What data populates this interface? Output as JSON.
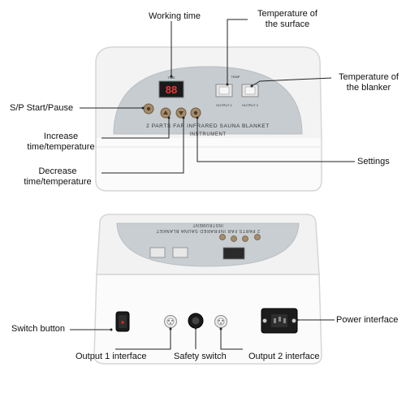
{
  "annotations": {
    "working_time": "Working time",
    "temp_surface_line1": "Temperature of",
    "temp_surface_line2": "the surface",
    "temp_blanket_line1": "Temperature of",
    "temp_blanket_line2": "the blanker",
    "sp_start_pause": "S/P Start/Pause",
    "increase_line1": "Increase",
    "increase_line2": "time/temperature",
    "decrease_line1": "Decrease",
    "decrease_line2": "time/temperature",
    "settings": "Settings",
    "switch_button": "Switch button",
    "power_interface": "Power interface",
    "output1_interface": "Output 1 interface",
    "safety_switch": "Safety switch",
    "output2_interface": "Output 2 interface"
  },
  "device_top": {
    "display_value": "88",
    "time_label": "TIME",
    "temp_label": "TEMP",
    "output1_label": "OUTPUT 1",
    "output2_label": "OUTPUT 2",
    "panel_text_line1": "2 PARTS FAR INFRARED SAUNA BLANKET",
    "panel_text_line2": "INSTRUMENT"
  },
  "device_back": {
    "panel_text_line1": "2 PARTS FAR INFRARED SAUNA BLANKET",
    "panel_text_line2": "INSTRUMENT"
  }
}
